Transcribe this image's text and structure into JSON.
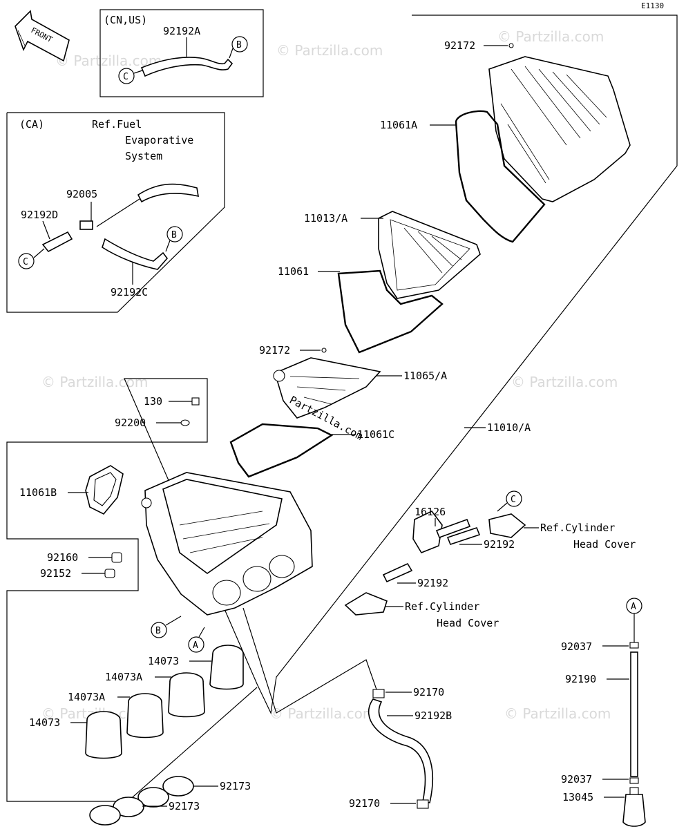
{
  "diagram_code": "E1130",
  "front_label": "FRONT",
  "watermark": "© Partzilla.com",
  "center_watermark": "Partzilla.com",
  "boxes": {
    "cn_us": {
      "title": "(CN,US)"
    },
    "ca": {
      "title": "(CA)",
      "ref_line1": "Ref.Fuel",
      "ref_line2": "Evaporative",
      "ref_line3": "System"
    }
  },
  "refs": {
    "cyl_head_1": "Ref.Cylinder",
    "cyl_head_1b": "Head Cover",
    "cyl_head_2": "Ref.Cylinder",
    "cyl_head_2b": "Head Cover"
  },
  "callouts": {
    "a": "A",
    "b": "B",
    "c": "C"
  },
  "parts": {
    "p92192A": "92192A",
    "p92172_top": "92172",
    "p11061A": "11061A",
    "p92005": "92005",
    "p92192D": "92192D",
    "p92192C": "92192C",
    "p11013A": "11013/A",
    "p11061": "11061",
    "p92172_mid": "92172",
    "p11065A": "11065/A",
    "p130": "130",
    "p92200": "92200",
    "p11061C": "11061C",
    "p11010A": "11010/A",
    "p11061B": "11061B",
    "p16126": "16126",
    "p92192_1": "92192",
    "p92192_2": "92192",
    "p92160": "92160",
    "p92152": "92152",
    "p14073_1": "14073",
    "p14073A_1": "14073A",
    "p14073A_2": "14073A",
    "p14073_2": "14073",
    "p92170_1": "92170",
    "p92192B": "92192B",
    "p92173_1": "92173",
    "p92173_2": "92173",
    "p92170_2": "92170",
    "p92037_1": "92037",
    "p92190": "92190",
    "p92037_2": "92037",
    "p13045": "13045"
  }
}
